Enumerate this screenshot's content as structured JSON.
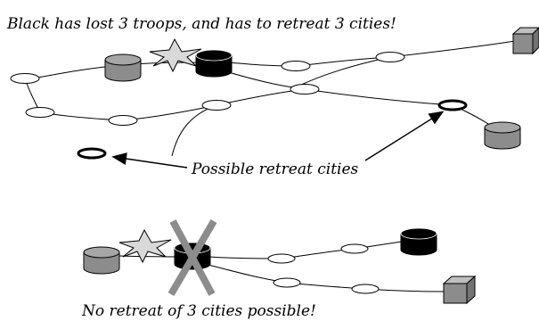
{
  "top_panel": {
    "caption": "Black has lost 3 troops, and has to retreat 3 cities!",
    "arrow_label": "Possible retreat cities"
  },
  "bottom_panel": {
    "caption": "No retreat of 3 cities possible!"
  },
  "colors": {
    "black_army": "#000000",
    "grey_army": "#8c8c8c",
    "explosion": "#d9d9d9",
    "cross": "#8c8c8c"
  },
  "icons": [
    "grey-army-cylinder",
    "black-army-cylinder",
    "grey-army-cube",
    "explosion-star-icon",
    "cross-out-icon",
    "arrow-icon"
  ]
}
